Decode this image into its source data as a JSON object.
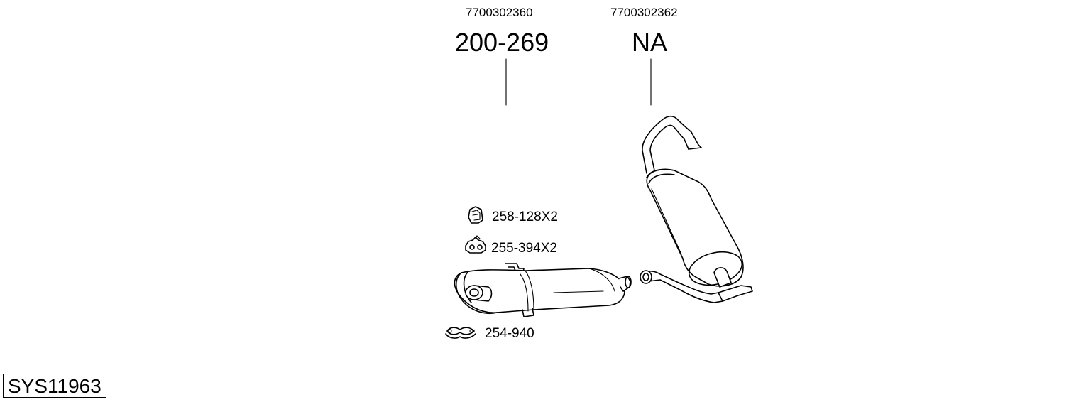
{
  "parts": [
    {
      "oem_number": "7700302360",
      "part_number": "200-269"
    },
    {
      "oem_number": "7700302362",
      "part_number": "NA"
    }
  ],
  "accessories": [
    {
      "label": "258-128X2",
      "icon": "rubber-hanger-icon"
    },
    {
      "label": "255-394X2",
      "icon": "rubber-mount-icon"
    },
    {
      "label": "254-940",
      "icon": "pipe-clamp-icon"
    }
  ],
  "system_code": "SYS11963"
}
